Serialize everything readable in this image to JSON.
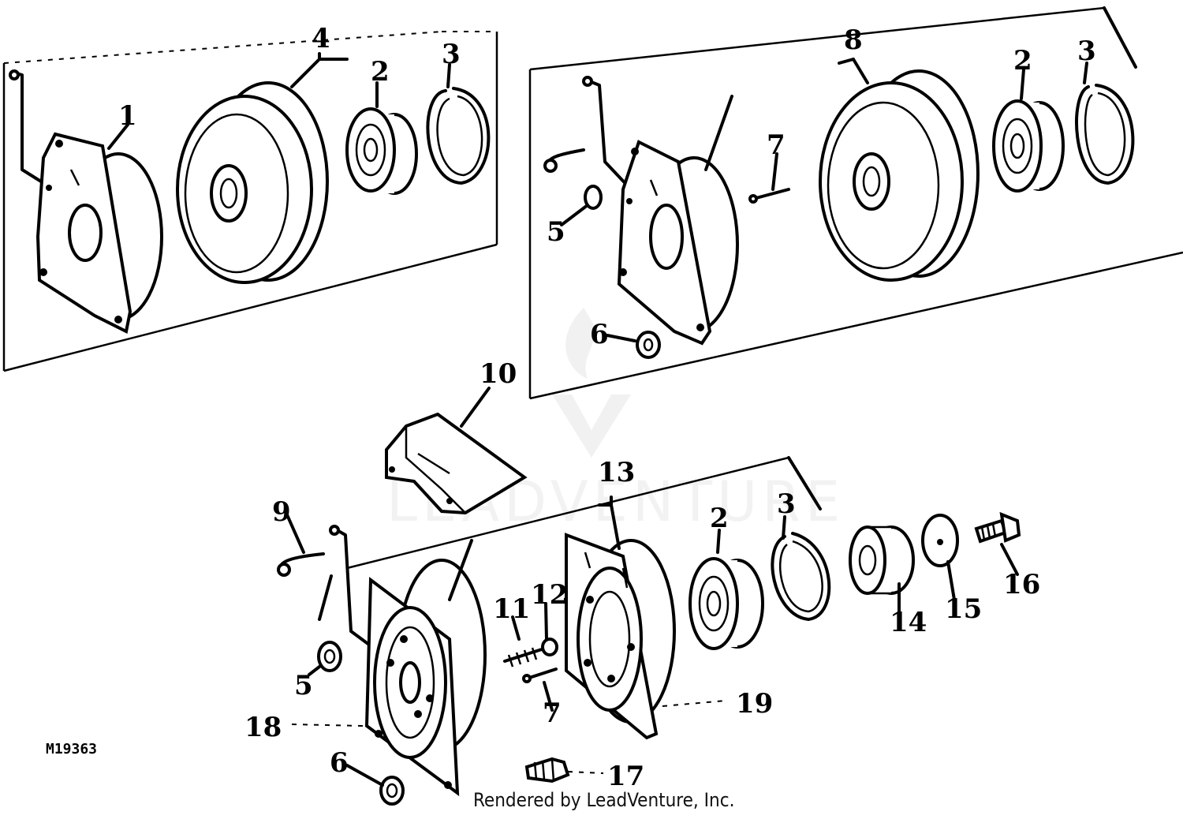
{
  "callouts": {
    "c1": "1",
    "c2a": "2",
    "c3a": "3",
    "c4": "4",
    "c8": "8",
    "c2b": "2",
    "c3b": "3",
    "c7a": "7",
    "c5a": "5",
    "c6a": "6",
    "c10": "10",
    "c13": "13",
    "c9": "9",
    "c2c": "2",
    "c3c": "3",
    "c11": "11",
    "c12": "12",
    "c14": "14",
    "c15": "15",
    "c16": "16",
    "c5b": "5",
    "c7b": "7",
    "c19": "19",
    "c18": "18",
    "c6b": "6",
    "c17": "17"
  },
  "figure_id": "M19363",
  "caption": "Rendered by LeadVenture, Inc.",
  "watermark": "LEADVENTURE",
  "colors": {
    "ink": "#000000",
    "background": "#ffffff",
    "watermark": "#e8e8e8"
  }
}
